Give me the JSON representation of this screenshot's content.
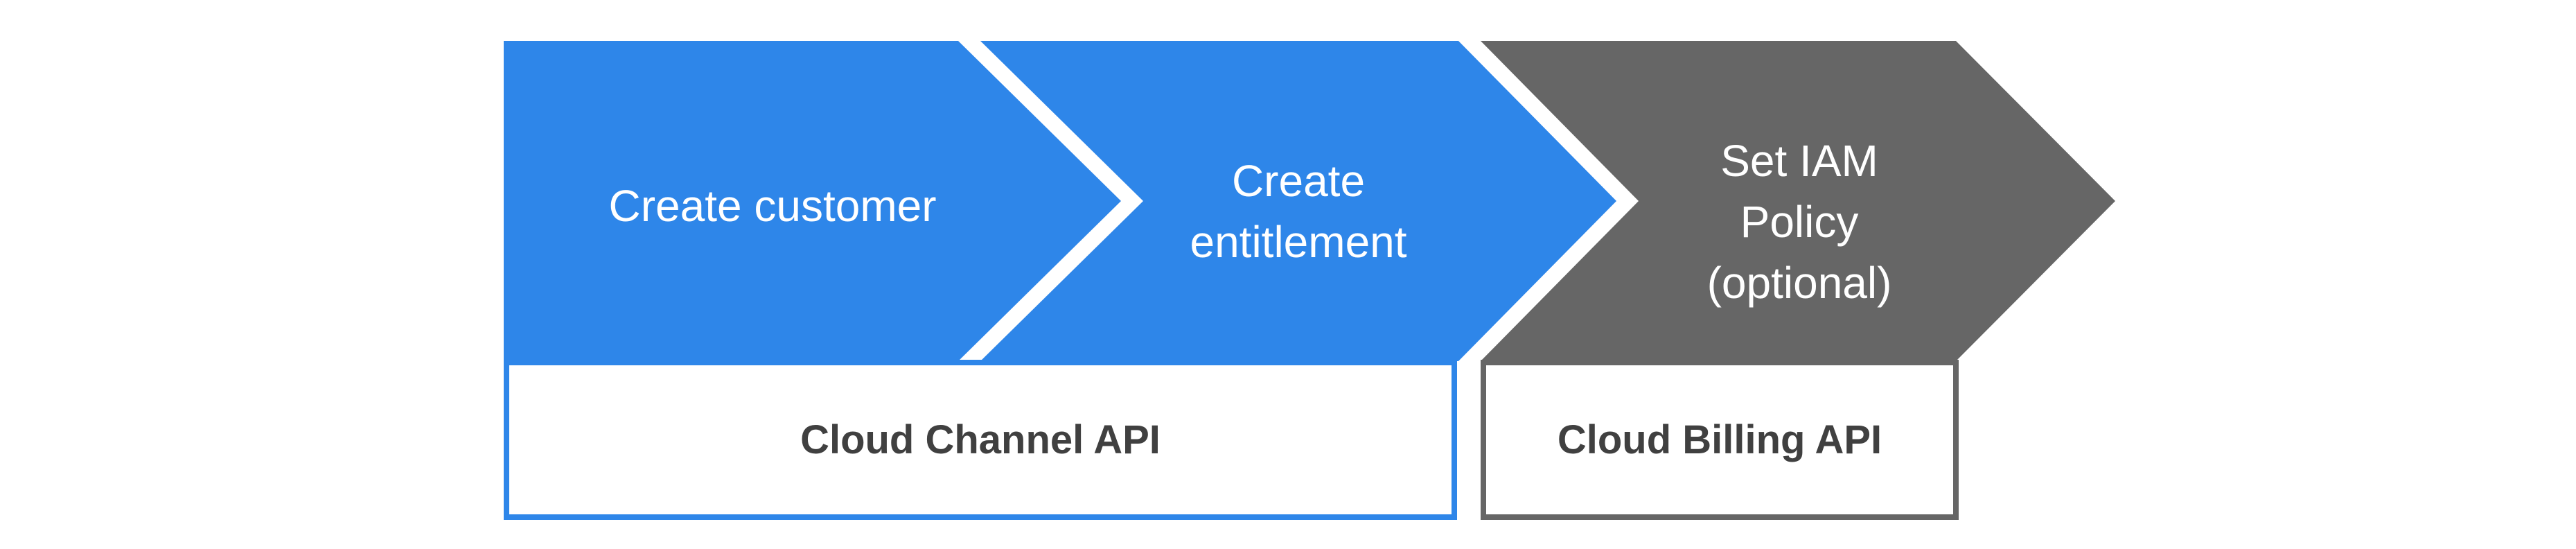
{
  "diagram": {
    "steps": [
      {
        "label": "Create customer",
        "lines": [
          "Create customer"
        ],
        "fill_color": "#2E86E9",
        "text_color": "#ffffff"
      },
      {
        "label": "Create entitlement",
        "lines": [
          "Create",
          "entitlement"
        ],
        "fill_color": "#2E86E9",
        "text_color": "#ffffff"
      },
      {
        "label": "Set IAM Policy (optional)",
        "lines": [
          "Set IAM",
          "Policy",
          "(optional)"
        ],
        "fill_color": "#666666",
        "text_color": "#ffffff"
      }
    ],
    "api_boxes": [
      {
        "label": "Cloud Channel API",
        "border_color": "#2E86E9",
        "fill_color": "#ffffff",
        "text_color": "#404040"
      },
      {
        "label": "Cloud Billing API",
        "border_color": "#666666",
        "fill_color": "#ffffff",
        "text_color": "#404040"
      }
    ]
  }
}
